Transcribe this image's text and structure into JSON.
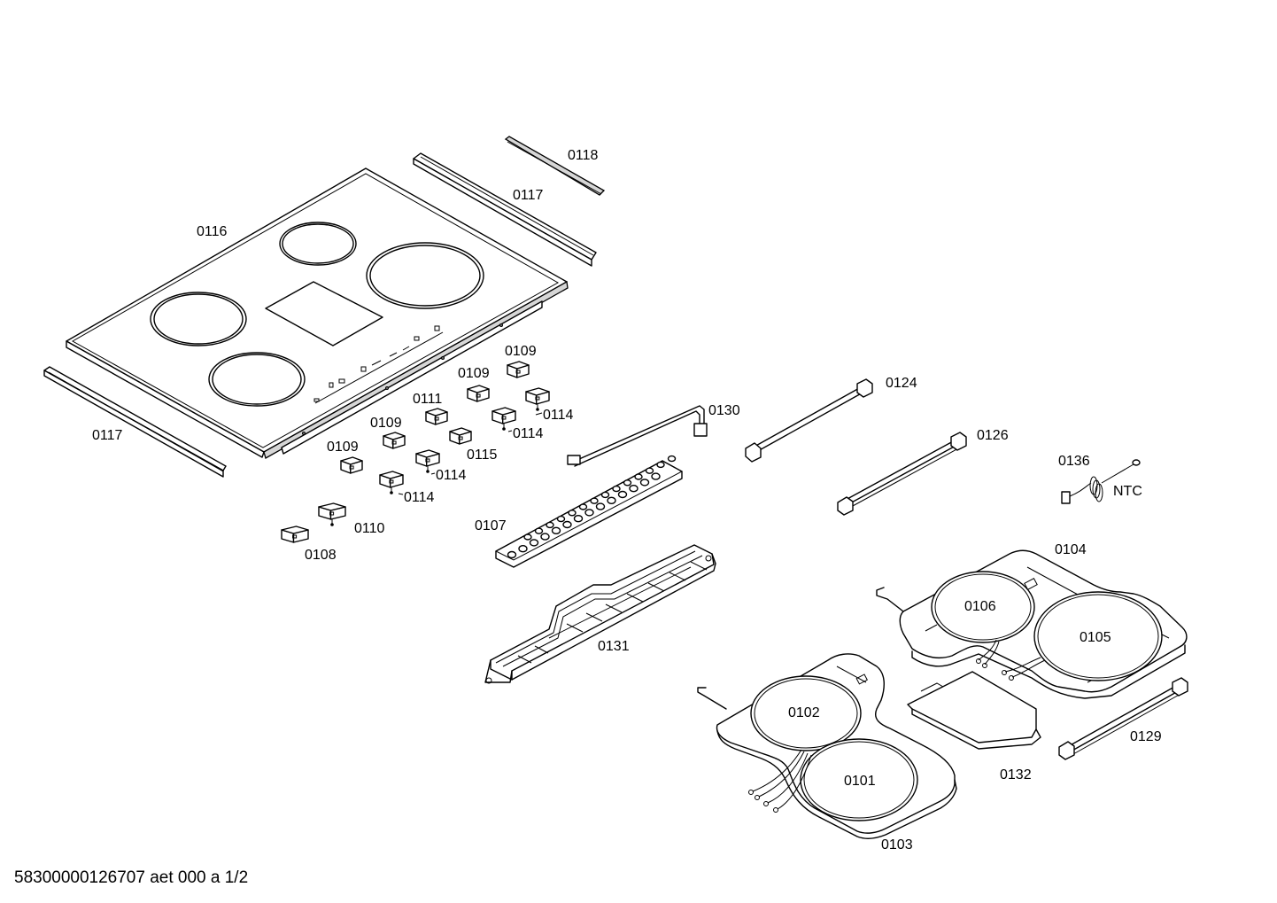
{
  "footer": {
    "drawing_code": "58300000126707 aet 000 a 1/2"
  },
  "labels": {
    "p0116": "0116",
    "p0117_top": "0117",
    "p0117_bottom": "0117",
    "p0118": "0118",
    "p0109_a": "0109",
    "p0109_b": "0109",
    "p0109_c": "0109",
    "p0109_d": "0109",
    "p0111": "0111",
    "p0114_a": "0114",
    "p0114_b": "0114",
    "p0114_c": "0114",
    "p0114_d": "0114",
    "p0115": "0115",
    "p0110": "0110",
    "p0108": "0108",
    "p0130": "0130",
    "p0107": "0107",
    "p0131": "0131",
    "p0124": "0124",
    "p0126": "0126",
    "p0136": "0136",
    "ntc": "NTC",
    "p0104": "0104",
    "p0106": "0106",
    "p0105": "0105",
    "p0102": "0102",
    "p0101": "0101",
    "p0103": "0103",
    "p0132": "0132",
    "p0129": "0129"
  }
}
